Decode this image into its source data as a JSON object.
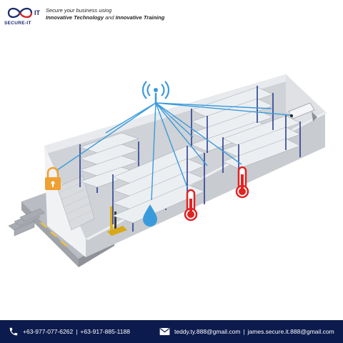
{
  "header": {
    "logo_text": "SECURE-IT",
    "tagline_line1": "Secure your business using",
    "tagline_part1": "Innovative Technology",
    "tagline_and": " and ",
    "tagline_part2": "Innovative Training"
  },
  "footer": {
    "phone1": "+63-977-077-6262",
    "phone2": "+63-917-885-1188",
    "separator": "|",
    "email1": "teddy.ty.888@gmail.com",
    "email2": "james.secure.it.888@gmail.com"
  },
  "icons": [
    "wifi-tower-icon",
    "padlock-icon",
    "water-drop-icon",
    "thermometer-icon",
    "cctv-camera-icon",
    "phone-icon",
    "mail-icon"
  ],
  "colors": {
    "brand_navy": "#0c1b4d",
    "signal_blue": "#3a9bdc",
    "alert_red": "#e02424",
    "lock_orange": "#f0a030",
    "rack_blue": "#2a3f8f",
    "shelf_white": "#eceff2"
  }
}
